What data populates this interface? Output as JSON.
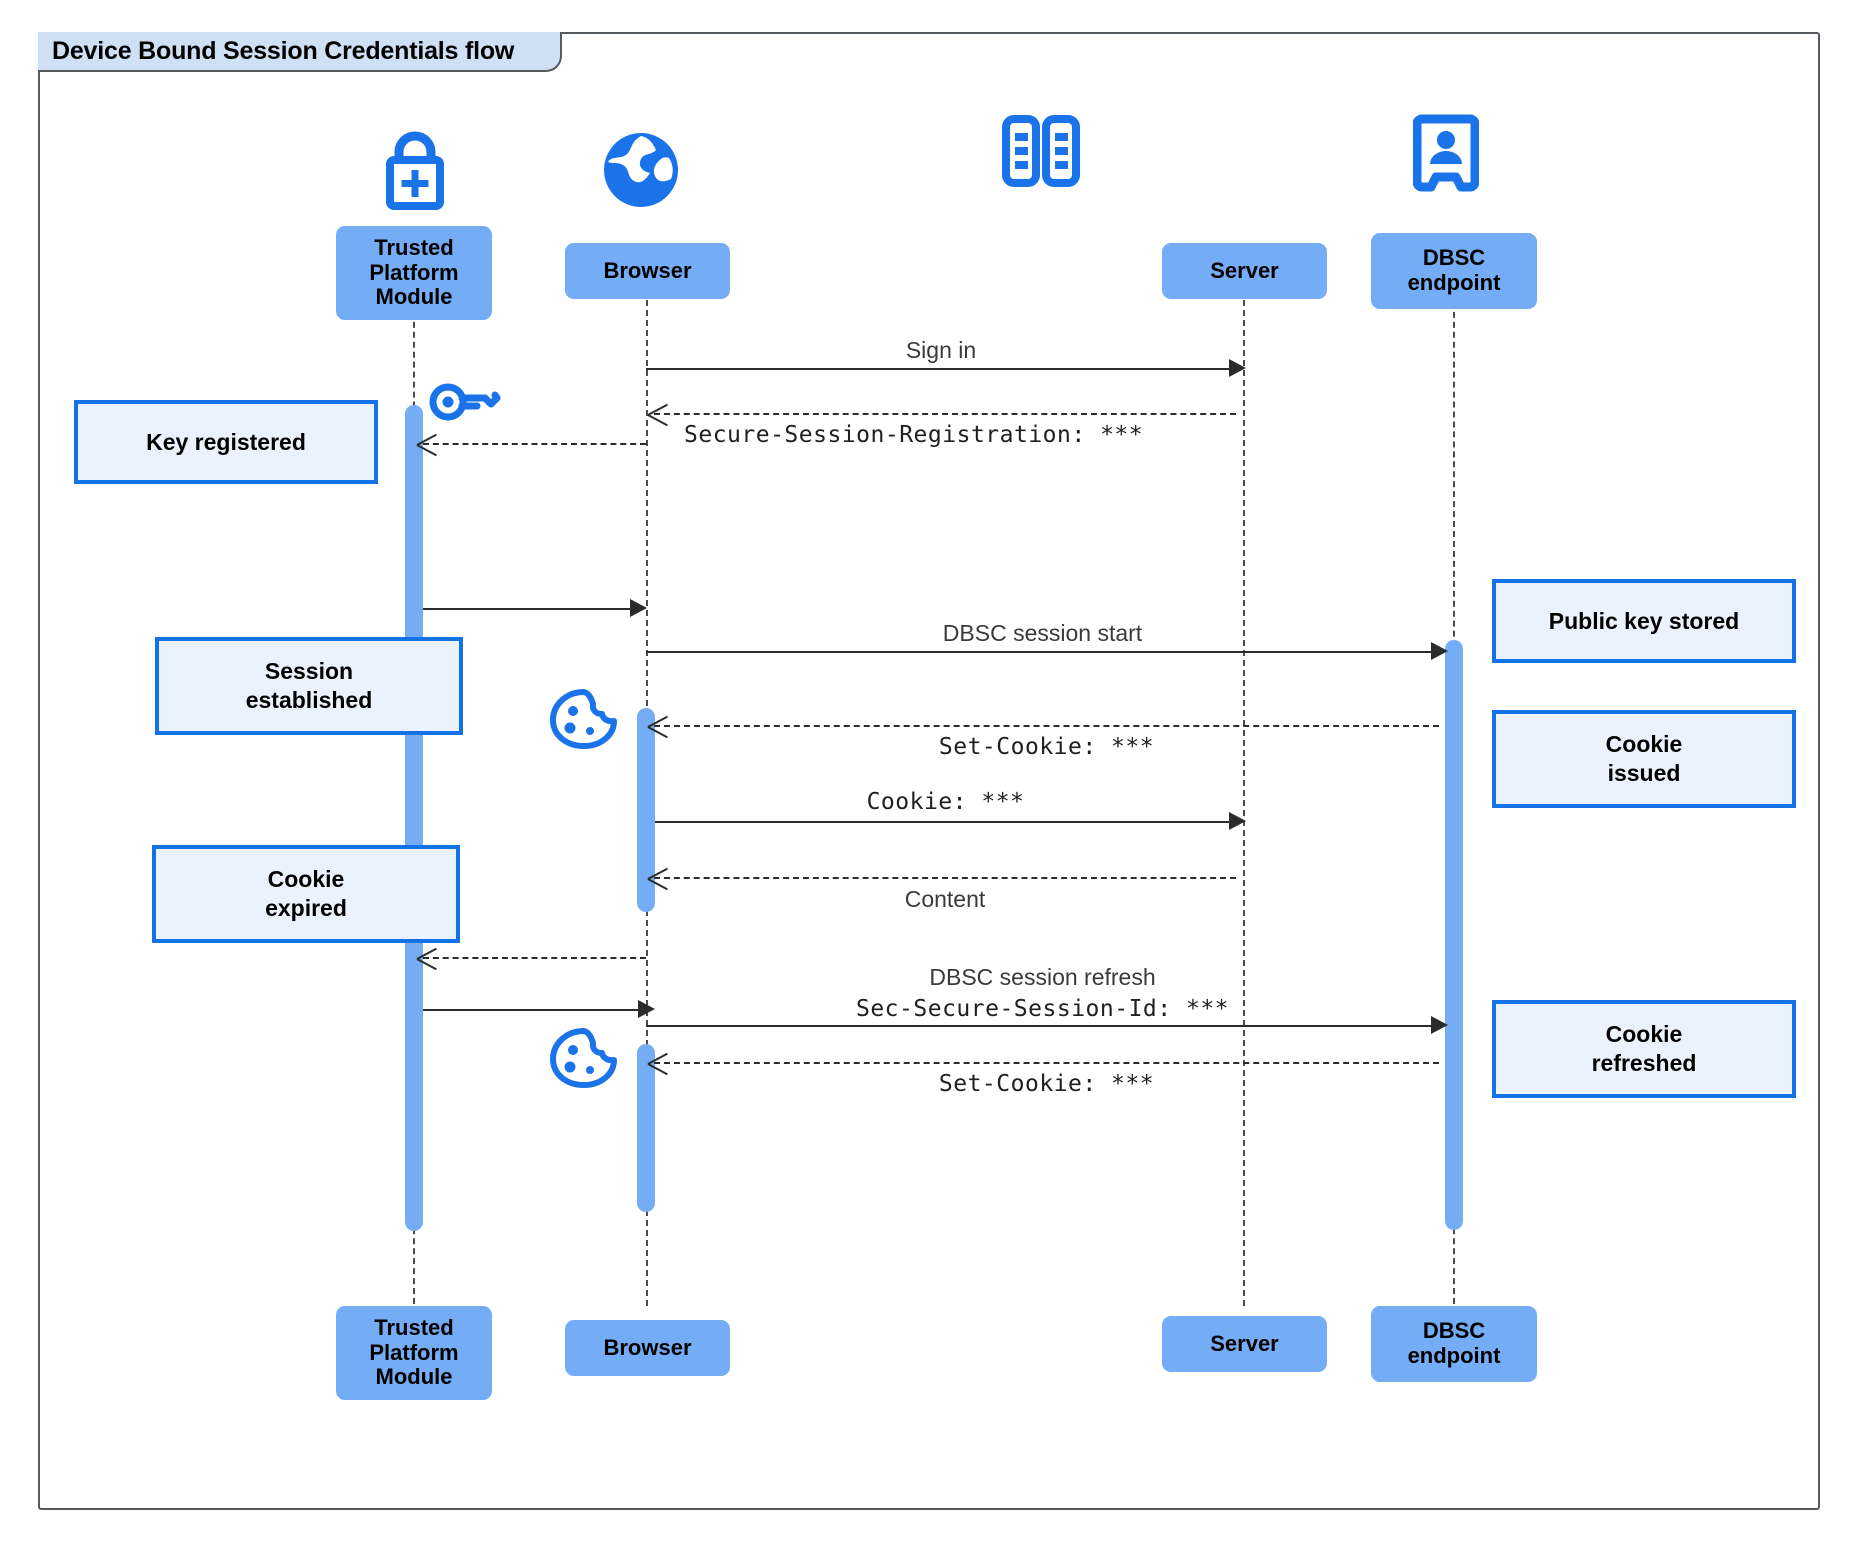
{
  "diagram": {
    "title": "Device Bound Session Credentials flow",
    "type": "uml-sequence-diagram",
    "colors": {
      "participant_fill": "#74ACF5",
      "note_fill": "#EAF2FD",
      "note_border": "#1373E6",
      "icon_blue": "#1a73e8",
      "frame_border": "#555a5e",
      "frame_tab_fill": "#cfe0f5",
      "line": "#2b2b2b"
    }
  },
  "participants": [
    {
      "id": "tpm",
      "label": "Trusted\nPlatform\nModule",
      "icon": "lock-plus-icon"
    },
    {
      "id": "browser",
      "label": "Browser",
      "icon": "globe-icon"
    },
    {
      "id": "server",
      "label": "Server",
      "icon": "server-rack-icon"
    },
    {
      "id": "dbsc",
      "label": "DBSC\nendpoint",
      "icon": "id-badge-icon"
    }
  ],
  "participants_bottom": [
    {
      "id": "tpm",
      "label": "Trusted\nPlatform\nModule"
    },
    {
      "id": "browser",
      "label": "Browser"
    },
    {
      "id": "server",
      "label": "Server"
    },
    {
      "id": "dbsc",
      "label": "DBSC\nendpoint"
    }
  ],
  "messages": [
    {
      "id": "m1",
      "from": "browser",
      "to": "server",
      "label": "Sign in",
      "style": "solid",
      "font": "sans"
    },
    {
      "id": "m2",
      "from": "server",
      "to": "browser",
      "label": "Secure-Session-Registration: ***",
      "style": "dashed",
      "font": "mono"
    },
    {
      "id": "m3",
      "from": "browser",
      "to": "tpm",
      "label": "",
      "style": "dashed",
      "font": "sans"
    },
    {
      "id": "m4",
      "from": "tpm",
      "to": "browser",
      "label": "",
      "style": "solid",
      "font": "sans"
    },
    {
      "id": "m5",
      "from": "browser",
      "to": "dbsc",
      "label": "DBSC session start",
      "style": "solid",
      "font": "sans"
    },
    {
      "id": "m6",
      "from": "dbsc",
      "to": "browser",
      "label": "Set-Cookie: ***",
      "style": "dashed",
      "font": "mono"
    },
    {
      "id": "m7",
      "from": "browser",
      "to": "server",
      "label": "Cookie: ***",
      "style": "solid",
      "font": "mono"
    },
    {
      "id": "m8",
      "from": "server",
      "to": "browser",
      "label": "Content",
      "style": "dashed",
      "font": "sans"
    },
    {
      "id": "m9",
      "from": "browser",
      "to": "tpm",
      "label": "",
      "style": "dashed",
      "font": "sans"
    },
    {
      "id": "m10",
      "from": "tpm",
      "to": "dbsc",
      "label": "DBSC session refresh",
      "label2": "Sec-Secure-Session-Id: ***",
      "style": "solid",
      "font": "sans"
    },
    {
      "id": "m11",
      "from": "dbsc",
      "to": "browser",
      "label": "Set-Cookie: ***",
      "style": "dashed",
      "font": "mono"
    }
  ],
  "notes": [
    {
      "id": "n1",
      "text": "Key registered",
      "side": "left",
      "target": "tpm"
    },
    {
      "id": "n2",
      "text": "Session\nestablished",
      "side": "left",
      "target": "tpm"
    },
    {
      "id": "n3",
      "text": "Cookie\nexpired",
      "side": "left",
      "target": "tpm"
    },
    {
      "id": "n4",
      "text": "Public key stored",
      "side": "right",
      "target": "dbsc"
    },
    {
      "id": "n5",
      "text": "Cookie\nissued",
      "side": "right",
      "target": "dbsc"
    },
    {
      "id": "n6",
      "text": "Cookie\nrefreshed",
      "side": "right",
      "target": "dbsc"
    }
  ],
  "inline_icons": [
    {
      "id": "i1",
      "name": "key-icon",
      "near": "tpm"
    },
    {
      "id": "i2",
      "name": "cookie-icon",
      "near": "browser"
    },
    {
      "id": "i3",
      "name": "cookie-icon",
      "near": "browser"
    }
  ]
}
